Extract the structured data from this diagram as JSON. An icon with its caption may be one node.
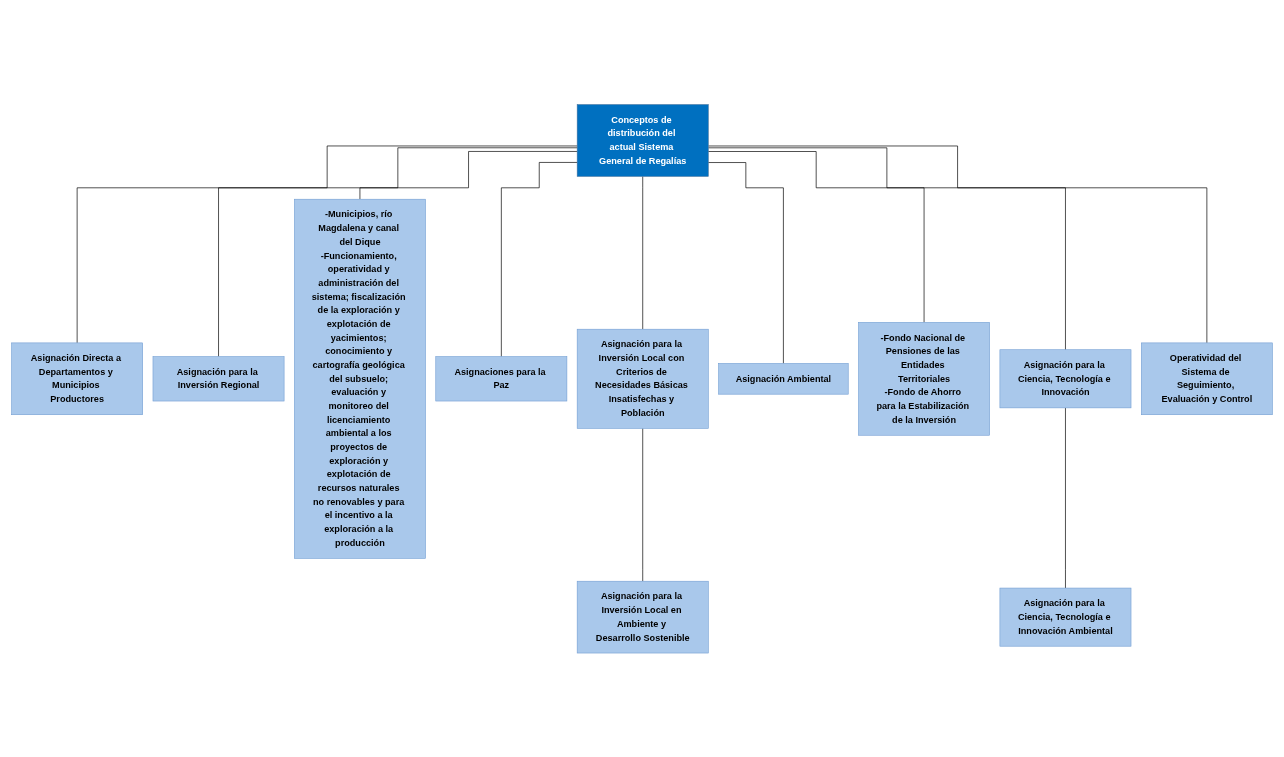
{
  "diagram": {
    "nodes": [
      {
        "text": [
          "Conceptos de distribución del actual Sistema General de Regalías"
        ]
      },
      {
        "text": [
          "Asignación Directa a Departamentos y Municipios Productores"
        ]
      },
      {
        "text": [
          "Asignación para la Inversión Regional"
        ]
      },
      {
        "text": [
          "-Municipios, río Magdalena y canal del Dique",
          "-Funcionamiento, operatividad y administración del sistema; fiscalización de la exploración y explotación de yacimientos; conocimiento y cartografía geológica del subsuelo; evaluación y monitoreo del licenciamiento ambiental a los proyectos de exploración y explotación de recursos naturales no renovables y para el incentivo a la exploración a la producción"
        ]
      },
      {
        "text": [
          "Asignaciones para la Paz"
        ]
      },
      {
        "text": [
          "Asignación para la Inversión Local con Criterios de Necesidades Básicas Insatisfechas y Población"
        ]
      },
      {
        "text": [
          "Asignación Ambiental"
        ]
      },
      {
        "text": [
          "-Fondo Nacional de Pensiones de las Entidades Territoriales",
          "-Fondo de Ahorro para la Estabilización de la Inversión"
        ]
      },
      {
        "text": [
          "Asignación para la Ciencia, Tecnología e Innovación"
        ]
      },
      {
        "text": [
          "Asignación para la Inversión Local en Ambiente y Desarrollo Sostenible"
        ]
      },
      {
        "text": [
          "Asignación para la Ciencia, Tecnología e Innovación Ambiental"
        ]
      },
      {
        "text": [
          "Operatividad del Sistema de Seguimiento, Evaluación y Control"
        ]
      }
    ],
    "edges": [
      {
        "from": 0,
        "to": 1,
        "arrow": "none"
      },
      {
        "from": 0,
        "to": 5,
        "arrow": "none"
      },
      {
        "from": 0,
        "to": 2,
        "arrow": "none"
      },
      {
        "from": 0,
        "to": 6,
        "arrow": "none"
      },
      {
        "from": 0,
        "to": 8,
        "arrow": "none"
      },
      {
        "from": 0,
        "to": 3,
        "arrow": "none"
      },
      {
        "from": 0,
        "to": 11,
        "arrow": "none"
      },
      {
        "from": 0,
        "to": 4,
        "arrow": "none"
      },
      {
        "from": 0,
        "to": 7,
        "arrow": "none"
      },
      {
        "from": 5,
        "to": 9,
        "arrow": "none"
      },
      {
        "from": 8,
        "to": 10,
        "arrow": "none"
      }
    ]
  }
}
